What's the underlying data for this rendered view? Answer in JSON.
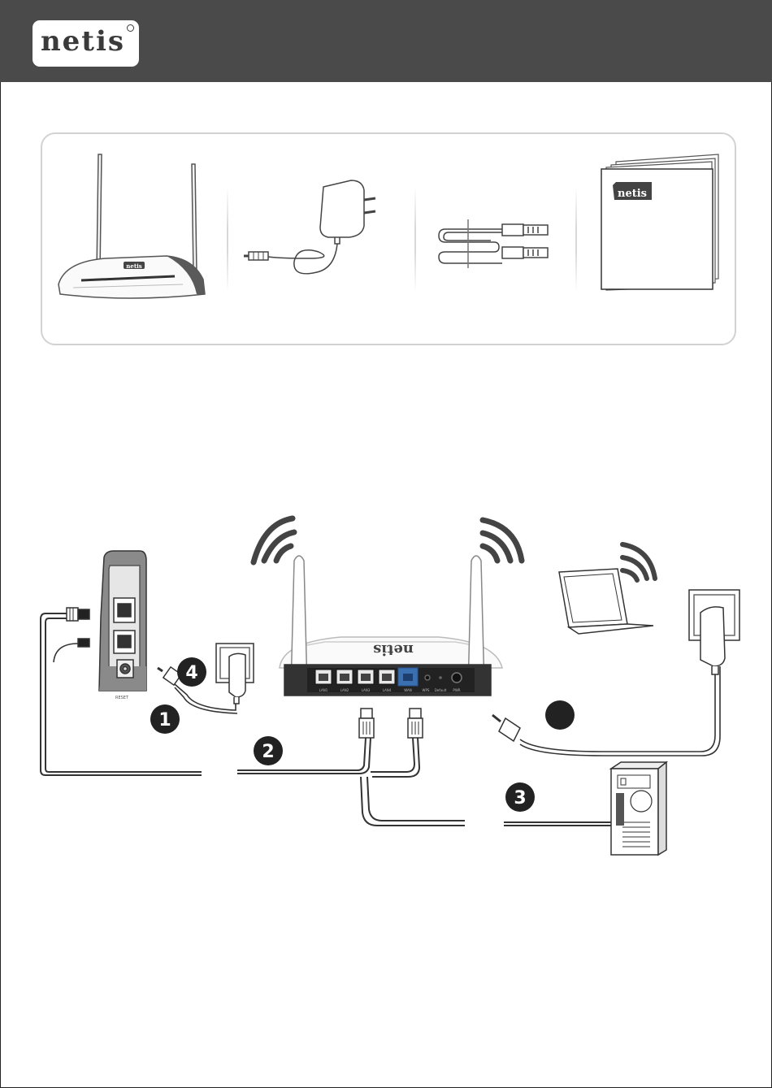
{
  "header": {
    "brand": "netis",
    "background": "#4a4a4a"
  },
  "package_contents": {
    "items": [
      {
        "name": "Wireless router",
        "icon": "router-icon"
      },
      {
        "name": "Power adapter",
        "icon": "power-adapter-icon"
      },
      {
        "name": "Ethernet cable",
        "icon": "ethernet-cable-icon"
      },
      {
        "name": "Quick installation guide",
        "icon": "quick-guide-icon"
      }
    ],
    "guide_brand": "netis",
    "router_brand": "netis"
  },
  "diagram": {
    "router_brand": "netis",
    "router_ports": [
      "LAN1",
      "LAN2",
      "LAN3",
      "LAN4",
      "WAN",
      "WPS",
      "Default",
      "PWR"
    ],
    "modem_reset_label": "RESET",
    "steps": [
      {
        "label": "1"
      },
      {
        "label": "2"
      },
      {
        "label": "3"
      },
      {
        "label": "4"
      },
      {
        "label": ""
      }
    ]
  }
}
